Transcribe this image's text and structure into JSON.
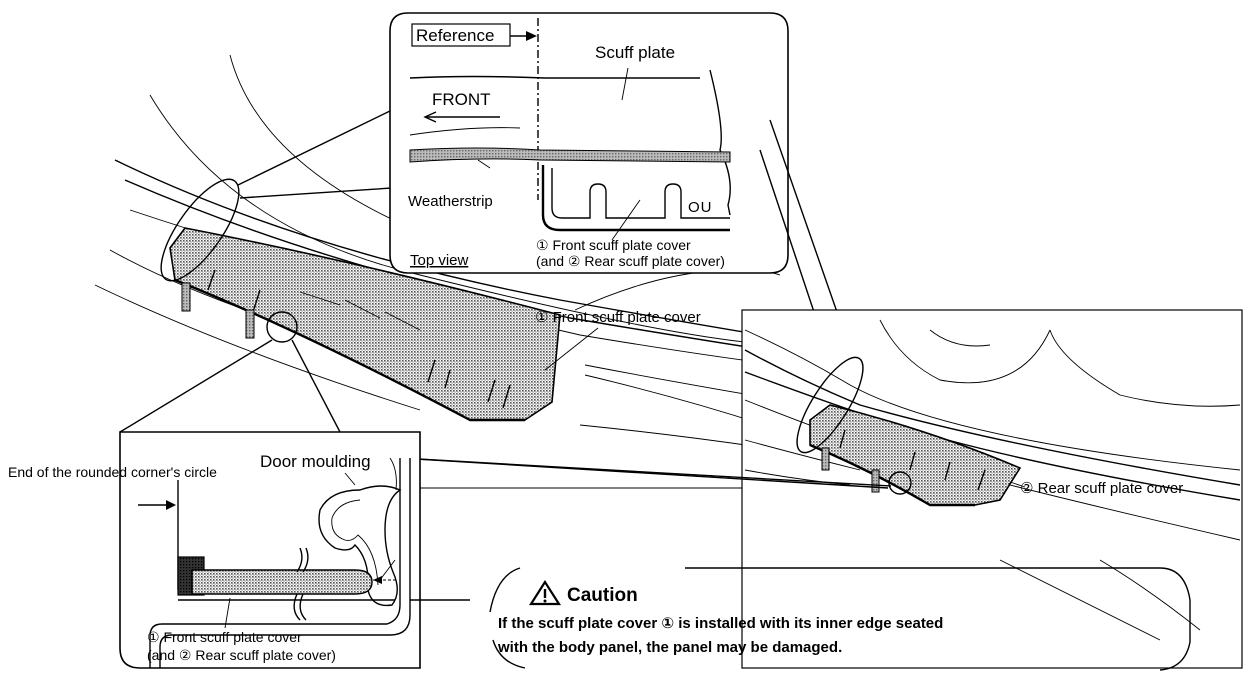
{
  "colors": {
    "line": "#000000",
    "shade": "#9a9a9a",
    "background": "#ffffff"
  },
  "top_view": {
    "reference_label": "Reference",
    "scuff_plate_label": "Scuff plate",
    "front_label": "FRONT",
    "weatherstrip_label": "Weatherstrip",
    "top_view_label": "Top view",
    "cover_line1": "① Front scuff plate cover",
    "cover_line2": "(and ② Rear scuff plate cover)",
    "emblem_text": "OU"
  },
  "main_view": {
    "front_cover_label": "① Front scuff plate cover"
  },
  "rear_view": {
    "rear_cover_label": "② Rear scuff plate cover"
  },
  "section_view": {
    "end_circle_label": "End of the rounded corner's circle",
    "door_moulding_label": "Door moulding",
    "cover_line1": "① Front scuff plate cover",
    "cover_line2": "(and ② Rear scuff plate cover)"
  },
  "caution": {
    "icon": "warning-triangle-icon",
    "title": "Caution",
    "text_line1": "If the scuff plate cover ① is installed with its inner edge seated",
    "text_line2": "with the body panel, the panel may be damaged."
  }
}
